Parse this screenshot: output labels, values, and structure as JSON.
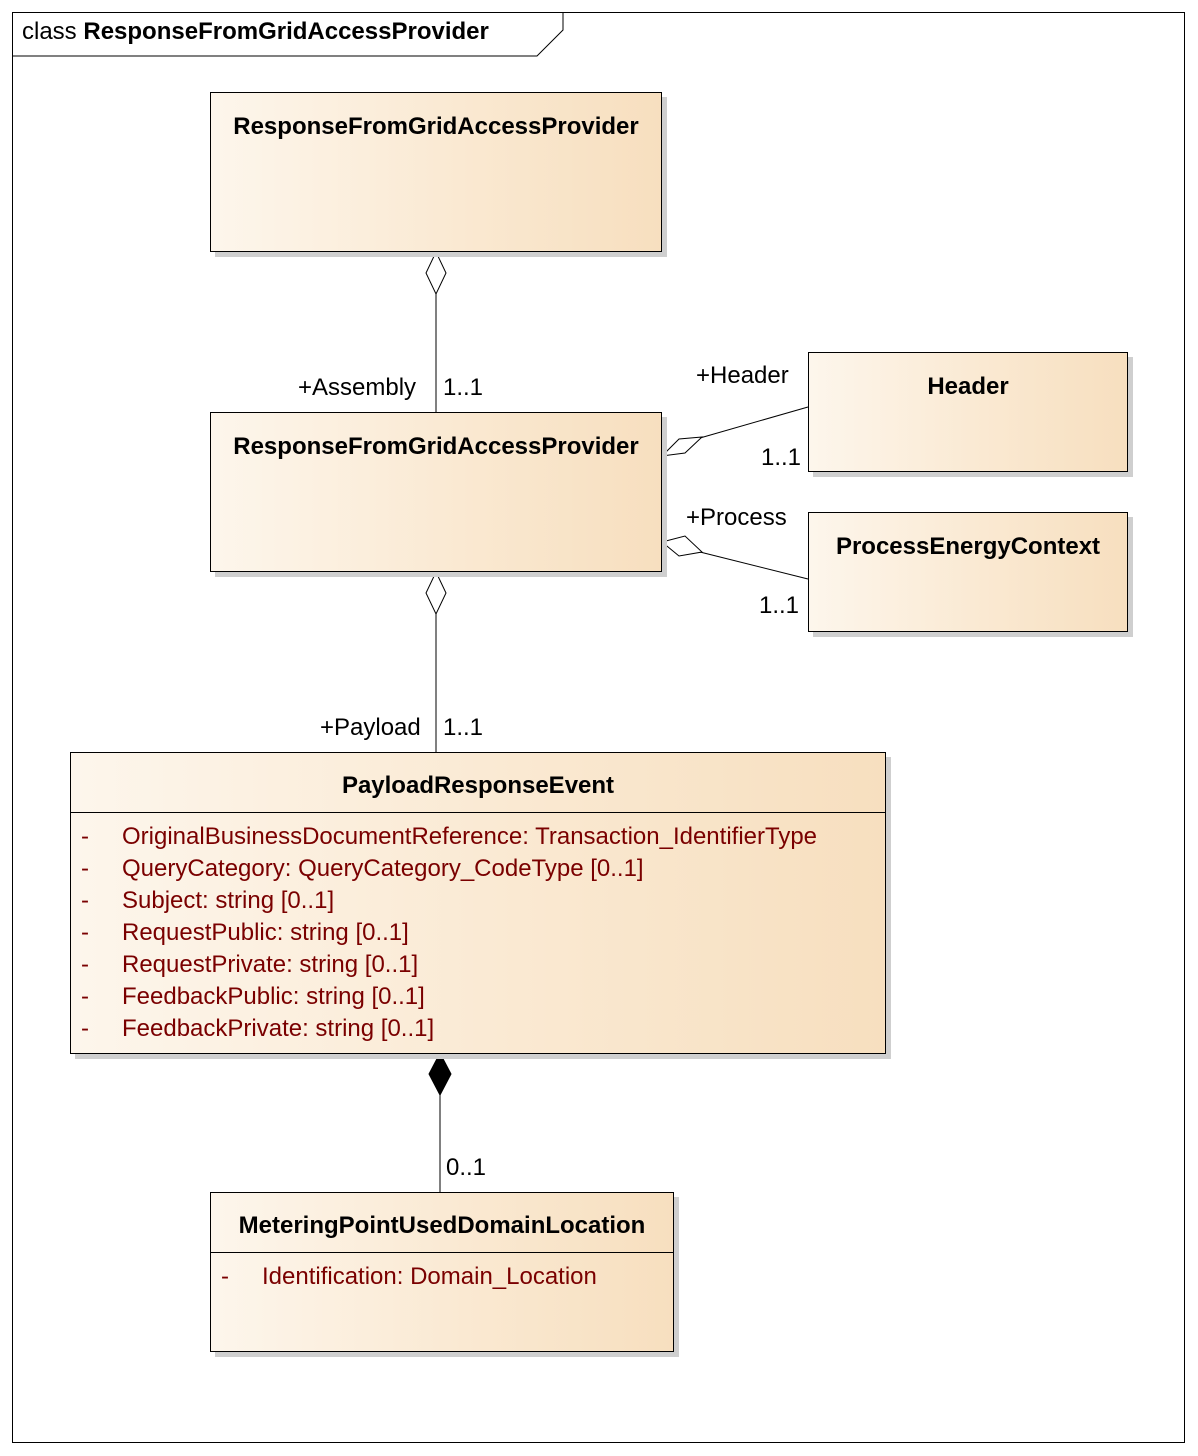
{
  "frame": {
    "keyword": "class",
    "name": "ResponseFromGridAccessProvider"
  },
  "classes": {
    "root": {
      "name": "ResponseFromGridAccessProvider"
    },
    "assembly": {
      "name": "ResponseFromGridAccessProvider"
    },
    "header": {
      "name": "Header"
    },
    "process": {
      "name": "ProcessEnergyContext"
    },
    "payload": {
      "name": "PayloadResponseEvent",
      "attributes": [
        {
          "vis": "-",
          "text": "OriginalBusinessDocumentReference: Transaction_IdentifierType"
        },
        {
          "vis": "-",
          "text": "QueryCategory: QueryCategory_CodeType [0..1]"
        },
        {
          "vis": "-",
          "text": "Subject: string [0..1]"
        },
        {
          "vis": "-",
          "text": "RequestPublic: string [0..1]"
        },
        {
          "vis": "-",
          "text": "RequestPrivate: string [0..1]"
        },
        {
          "vis": "-",
          "text": "FeedbackPublic: string [0..1]"
        },
        {
          "vis": "-",
          "text": "FeedbackPrivate: string [0..1]"
        }
      ]
    },
    "metering": {
      "name": "MeteringPointUsedDomainLocation",
      "attributes": [
        {
          "vis": "-",
          "text": "Identification: Domain_Location"
        }
      ]
    }
  },
  "associations": {
    "assembly": {
      "role": "+Assembly",
      "multiplicity": "1..1"
    },
    "header": {
      "role": "+Header",
      "multiplicity": "1..1"
    },
    "process": {
      "role": "+Process",
      "multiplicity": "1..1"
    },
    "payload": {
      "role": "+Payload",
      "multiplicity": "1..1"
    },
    "metering": {
      "multiplicity": "0..1"
    }
  }
}
